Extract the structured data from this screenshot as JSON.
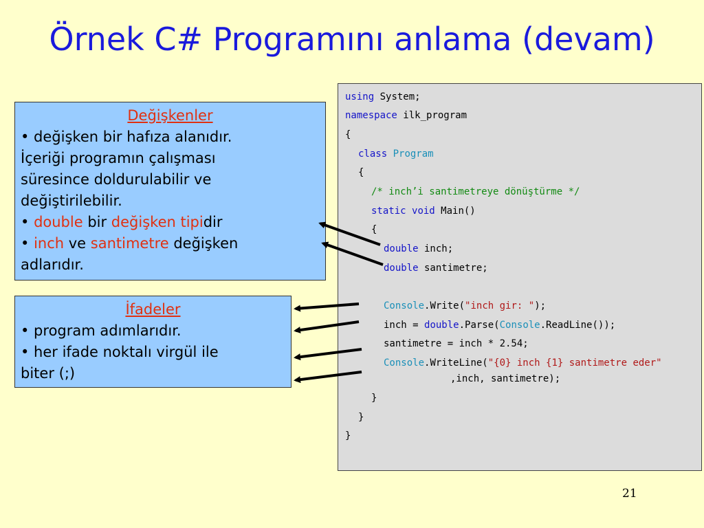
{
  "slide": {
    "title": "Örnek C# Programını anlama (devam)",
    "page_number": "21"
  },
  "box_variables": {
    "heading": "Değişkenler",
    "line1": "• değişken bir hafıza alanıdır.",
    "line2": "İçeriği programın çalışması",
    "line3": "süresince doldurulabilir ve",
    "line4": "değiştirilebilir.",
    "line5_bullet": "• ",
    "line5_a": "double",
    "line5_b": " bir ",
    "line5_c": "değişken tipi",
    "line5_d": "dir",
    "line6_bullet": "• ",
    "line6_a": "inch",
    "line6_b": " ve ",
    "line6_c": "santimetre",
    "line6_d": " değişken",
    "line7": "adlarıdır."
  },
  "box_statements": {
    "heading": "İfadeler",
    "line1": "• program adımlarıdır.",
    "line2": "• her ifade noktalı virgül ile",
    "line3": "biter (;)"
  },
  "code": {
    "l1_kw": "using",
    "l1_rest": " System;",
    "l2_kw": "namespace",
    "l2_rest": " ilk_program",
    "l3": "{",
    "l4_kw": "class",
    "l4_sp": " ",
    "l4_ty": "Program",
    "l5": "{",
    "l6_cm": "/* inch’i santimetreye dönüştürme */",
    "l7_kw1": "static",
    "l7_sp": " ",
    "l7_kw2": "void",
    "l7_rest": " Main()",
    "l8": "{",
    "l9_kw": "double",
    "l9_rest": " inch;",
    "l10_kw": "double",
    "l10_rest": " santimetre;",
    "l11_ty": "Console",
    "l11_a": ".Write(",
    "l11_str": "\"inch gir: \"",
    "l11_b": ");",
    "l12_a": "inch = ",
    "l12_kw": "double",
    "l12_b": ".Parse(",
    "l12_ty": "Console",
    "l12_c": ".ReadLine());",
    "l13": "santimetre = inch * 2.54;",
    "l14_ty": "Console",
    "l14_a": ".WriteLine(",
    "l14_str": "\"{0} inch {1} santimetre eder\"",
    "l15": ",inch, santimetre);",
    "l16": "}",
    "l17": "}",
    "l18": "}"
  },
  "colors": {
    "background": "#ffffcc",
    "title": "#1a1adc",
    "box_fill": "#99ccff",
    "highlight_red": "#e03010",
    "code_keyword": "#1414c8",
    "code_type": "#1a8fb8",
    "code_string": "#b01818",
    "code_comment": "#138a13",
    "code_panel": "#dcdcdc"
  }
}
